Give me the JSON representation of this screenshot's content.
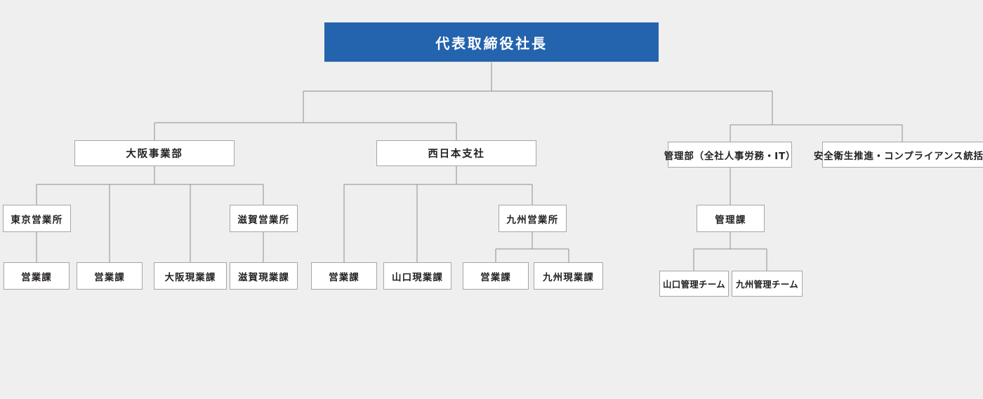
{
  "diagram": {
    "type": "organization-chart",
    "background_color": "#efeff0",
    "accent_color": "#2463ad",
    "box_fill": "#ffffff",
    "box_border_color": "#a6a6a6",
    "connector_color": "#8c8c8c",
    "text_color": "#231f20"
  },
  "nodes": {
    "root": {
      "label": "代表取締役社長"
    },
    "osaka_division": {
      "label": "大阪事業部"
    },
    "west_japan_branch": {
      "label": "西日本支社"
    },
    "admin_dept": {
      "label": "管理部（全社人事労務・IT）"
    },
    "safety_compliance_dept": {
      "label": "安全衛生推進・コンプライアンス統括部"
    },
    "tokyo_office": {
      "label": "東京営業所"
    },
    "shiga_office": {
      "label": "滋賀営業所"
    },
    "kyushu_office": {
      "label": "九州営業所"
    },
    "admin_section": {
      "label": "管理課"
    },
    "sales_tokyo": {
      "label": "営業課"
    },
    "sales_osaka": {
      "label": "営業課"
    },
    "osaka_ops": {
      "label": "大阪現業課"
    },
    "shiga_ops": {
      "label": "滋賀現業課"
    },
    "sales_west": {
      "label": "営業課"
    },
    "yamaguchi_ops": {
      "label": "山口現業課"
    },
    "sales_kyushu": {
      "label": "営業課"
    },
    "kyushu_ops": {
      "label": "九州現業課"
    },
    "yamaguchi_admin_team": {
      "label": "山口管理チーム"
    },
    "kyushu_admin_team": {
      "label": "九州管理チーム"
    }
  }
}
